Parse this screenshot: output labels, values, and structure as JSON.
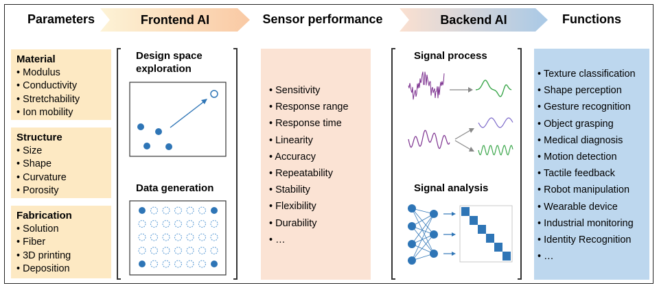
{
  "headers": {
    "parameters": "Parameters",
    "frontend_ai": "Frontend AI",
    "sensor_performance": "Sensor performance",
    "backend_ai": "Backend AI",
    "functions": "Functions"
  },
  "parameters": {
    "material": {
      "title": "Material",
      "items": [
        "Modulus",
        "Conductivity",
        "Stretchability",
        "Ion mobility"
      ]
    },
    "structure": {
      "title": "Structure",
      "items": [
        "Size",
        "Shape",
        "Curvature",
        "Porosity"
      ]
    },
    "fabrication": {
      "title": "Fabrication",
      "items": [
        "Solution",
        "Fiber",
        "3D printing",
        "Deposition"
      ]
    }
  },
  "frontend": {
    "design_space_label": "Design space exploration",
    "design_space_line1": "Design space",
    "design_space_line2": "exploration",
    "data_generation_label": "Data generation"
  },
  "sensor_performance": {
    "items": [
      "Sensitivity",
      "Response range",
      "Response time",
      "Linearity",
      "Accuracy",
      "Repeatability",
      "Stability",
      "Flexibility",
      "Durability",
      "…"
    ]
  },
  "backend": {
    "signal_process_label": "Signal process",
    "signal_analysis_label": "Signal analysis"
  },
  "functions": {
    "items": [
      "Texture classification",
      "Shape perception",
      "Gesture recognition",
      "Object grasping",
      "Medical diagnosis",
      "Motion detection",
      "Tactile feedback",
      "Robot manipulation",
      "Wearable device",
      "Industrial monitoring",
      "Identity Recognition",
      "…"
    ]
  },
  "colors": {
    "parameter_box": "#fde9c3",
    "sensor_box": "#fbe3d4",
    "functions_box": "#bdd7ee",
    "dot_blue": "#2e75b6",
    "signal_purple": "#7b2f8e",
    "signal_green": "#3aa64a"
  }
}
